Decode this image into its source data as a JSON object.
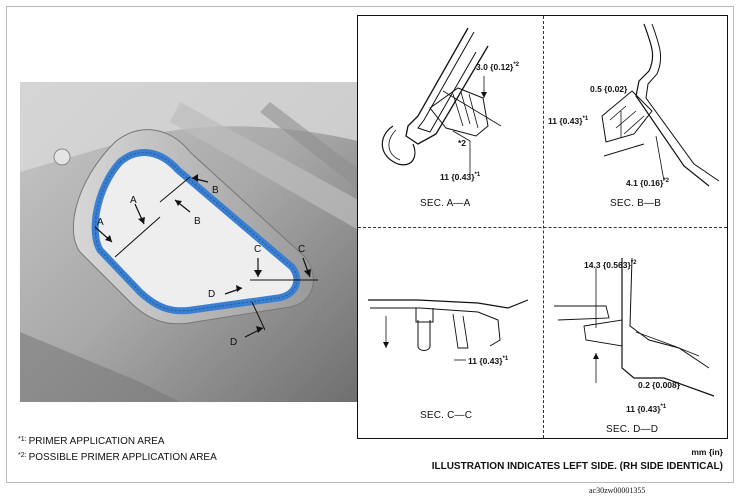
{
  "photo": {
    "labels": {
      "a_left": "A",
      "a_arrow": "A",
      "b_top": "B",
      "b_lower": "B",
      "c_left": "C",
      "c_right": "C",
      "d_top": "D",
      "d_bottom": "D"
    }
  },
  "sections": {
    "aa": {
      "title": "SEC. A—A",
      "dim1_value": "3.0 {0.12}",
      "dim1_mark": "*2",
      "dim2_value": "*2",
      "dim3_value": "11 {0.43}",
      "dim3_mark": "*1"
    },
    "bb": {
      "title": "SEC. B—B",
      "dim1_value": "0.5 {0.02}",
      "dim2_value": "11 {0.43}",
      "dim2_mark": "*1",
      "dim3_value": "4.1 {0.16}",
      "dim3_mark": "*2"
    },
    "cc": {
      "title": "SEC. C—C",
      "dim1_value": "11 {0.43}",
      "dim1_mark": "*1"
    },
    "dd": {
      "title": "SEC. D—D",
      "dim1_value": "14.3 {0.563}",
      "dim1_mark": "*2",
      "dim2_value": "0.2 {0.008}",
      "dim3_value": "11 {0.43}",
      "dim3_mark": "*1"
    }
  },
  "notes": [
    {
      "mark": "*1:",
      "text": "PRIMER APPLICATION AREA"
    },
    {
      "mark": "*2:",
      "text": "POSSIBLE PRIMER APPLICATION AREA"
    }
  ],
  "units": "mm {in}",
  "illustration_note": "ILLUSTRATION INDICATES LEFT SIDE. (RH SIDE IDENTICAL)",
  "figure_code": "ac30zw00001355",
  "colors": {
    "primer_band": "#3b7fd0",
    "primer_band_edge": "#245fa8"
  }
}
